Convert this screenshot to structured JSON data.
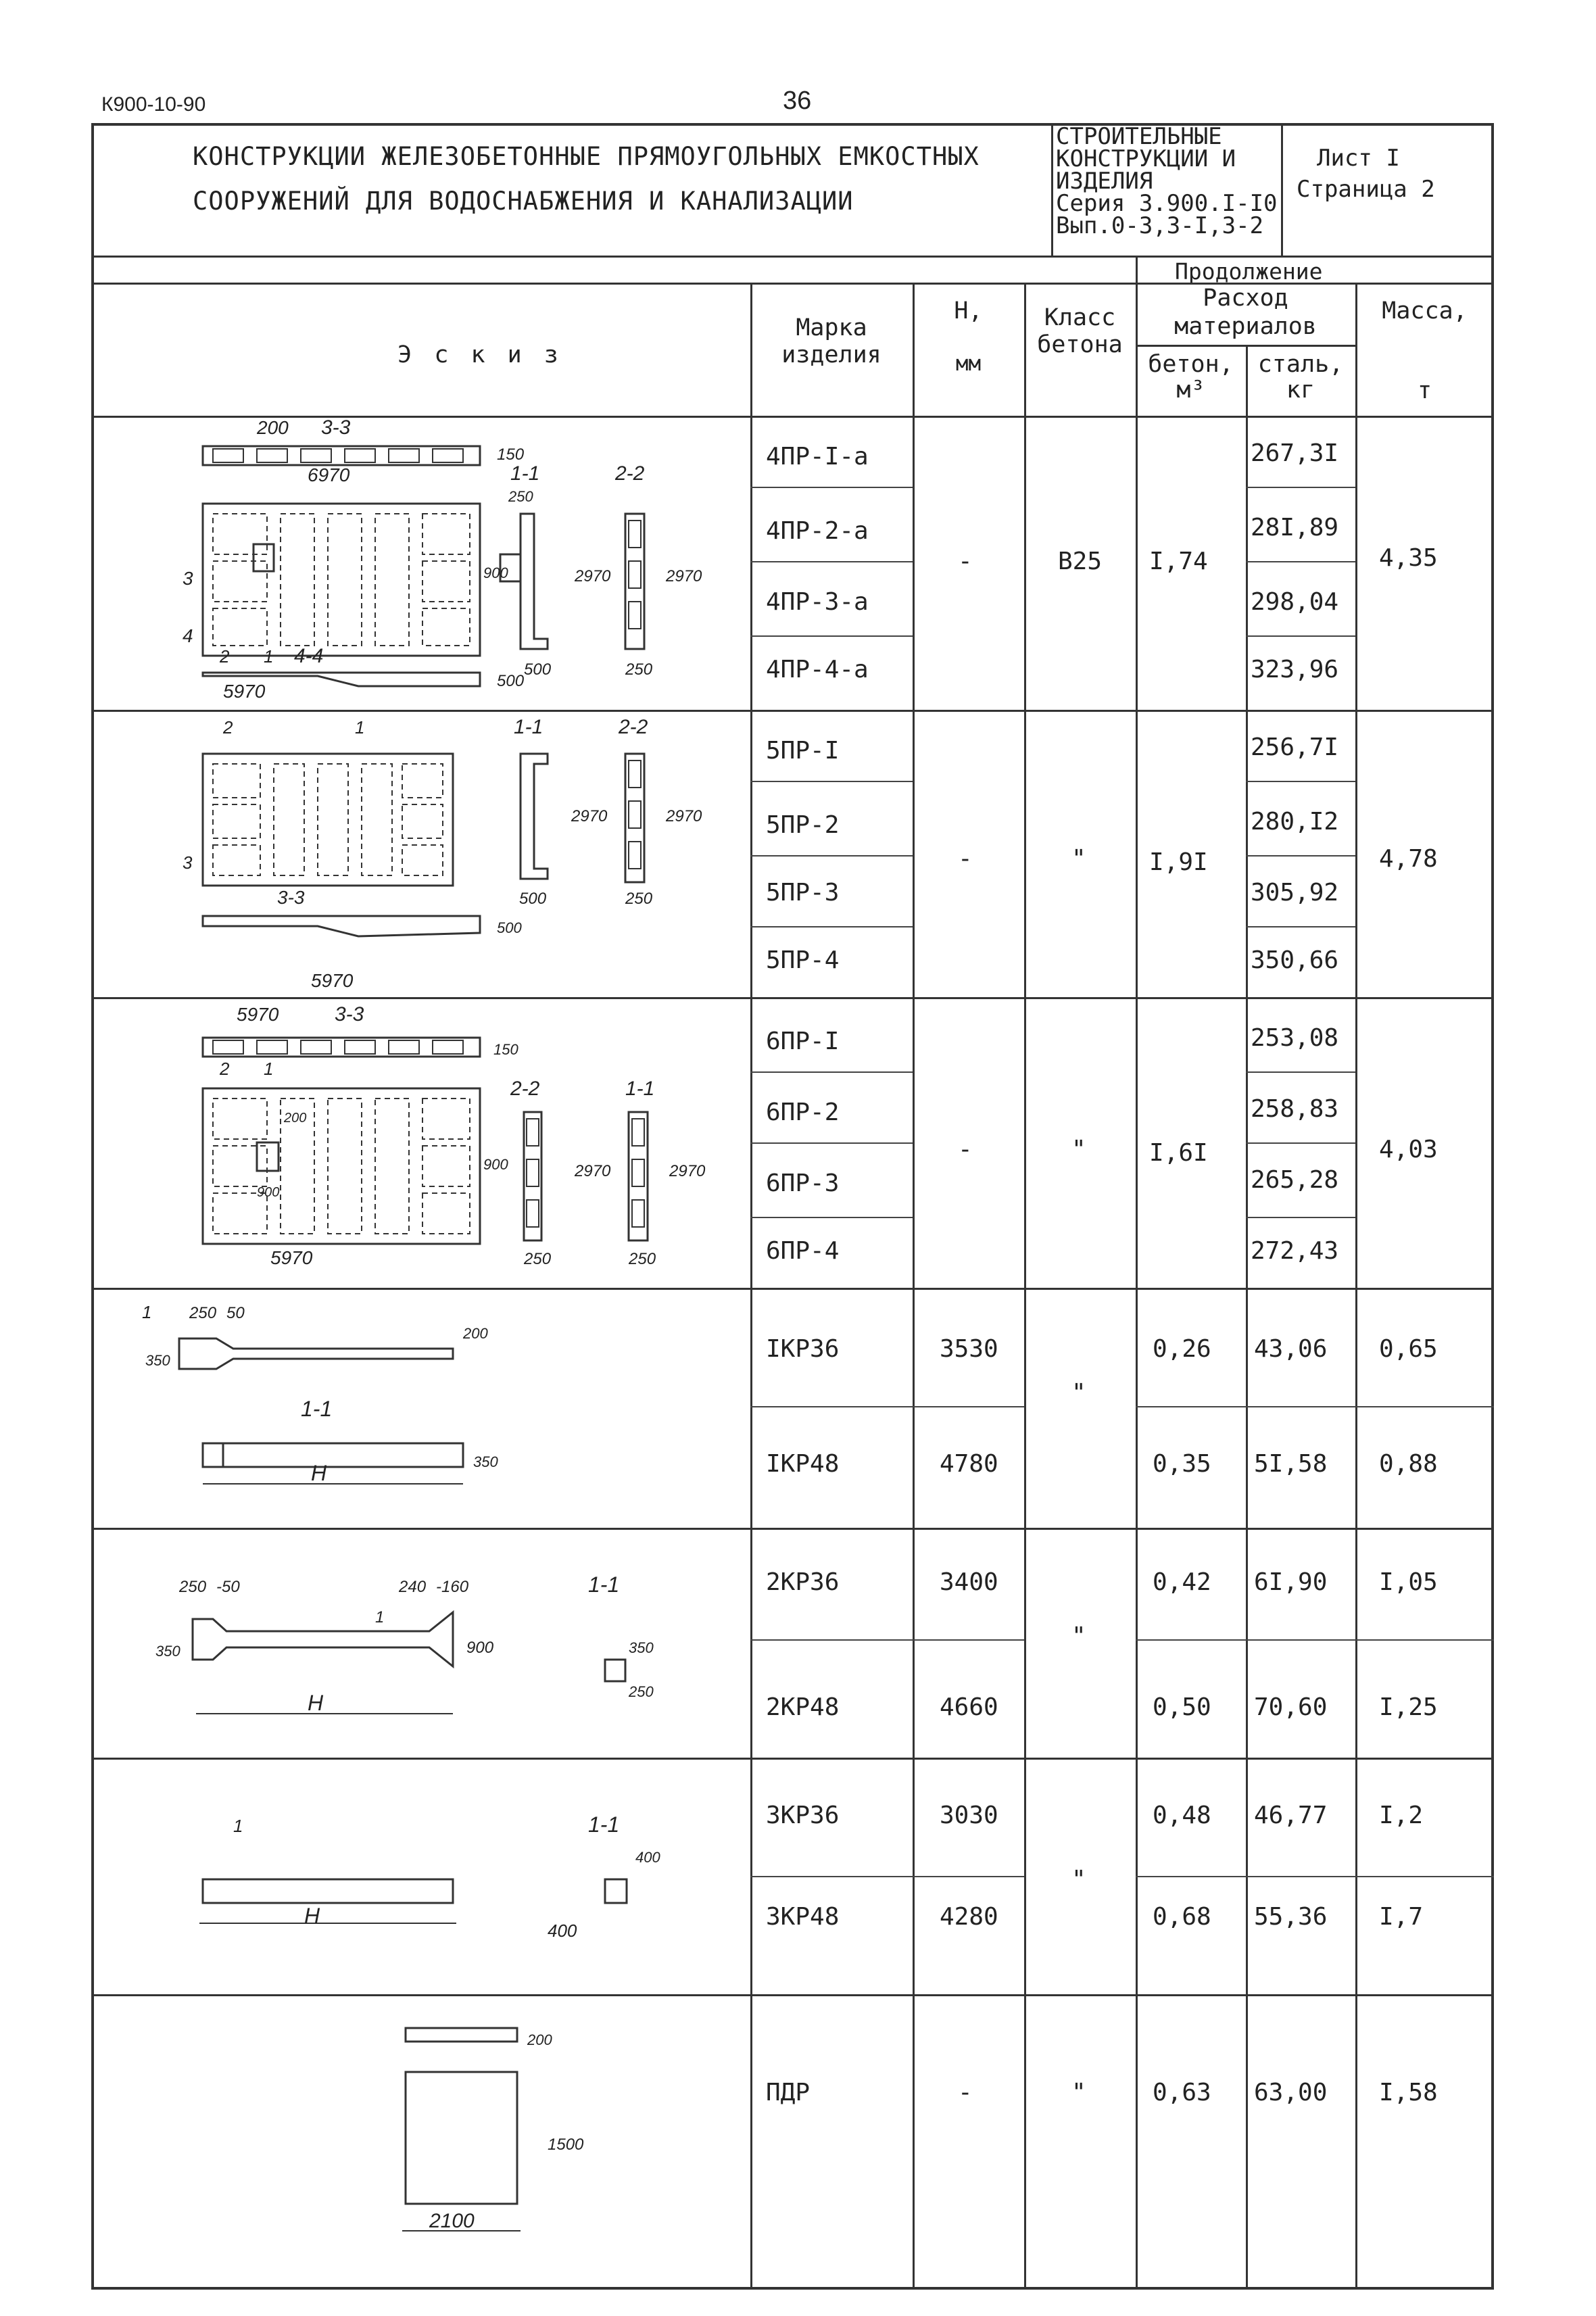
{
  "doc_code": "К900-10-90",
  "page_number": "36",
  "header": {
    "title_line1": "КОНСТРУКЦИИ ЖЕЛЕЗОБЕТОННЫЕ ПРЯМОУГОЛЬНЫХ ЕМКОСТНЫХ",
    "title_line2": "СООРУЖЕНИЙ ДЛЯ ВОДОСНАБЖЕНИЯ И КАНАЛИЗАЦИИ",
    "series_lines": [
      "СТРОИТЕЛЬНЫЕ",
      "КОНСТРУКЦИИ И",
      "ИЗДЕЛИЯ",
      "Серия 3.900.I-I0",
      "Вып.0-3,3-I,3-2"
    ],
    "sheet": "Лист  I",
    "page": "Страница 2"
  },
  "continuation": "Продолжение",
  "columns": {
    "sketch": "Э с к и з",
    "mark_1": "Марка",
    "mark_2": "изделия",
    "h_1": "Н,",
    "h_2": "мм",
    "class_1": "Класс",
    "class_2": "бетона",
    "materials_1": "Расход",
    "materials_2": "материалов",
    "concrete_1": "бетон,",
    "concrete_2": "м³",
    "steel_1": "сталь,",
    "steel_2": "кг",
    "mass_1": "Масса,",
    "mass_2": "т"
  },
  "groups": [
    {
      "h": "-",
      "cls": "B25",
      "concrete": "I,74",
      "mass": "4,35",
      "rows": [
        {
          "mark": "4ПР-I-а",
          "steel": "267,3I"
        },
        {
          "mark": "4ПР-2-а",
          "steel": "28I,89"
        },
        {
          "mark": "4ПР-3-а",
          "steel": "298,04"
        },
        {
          "mark": "4ПР-4-а",
          "steel": "323,96"
        }
      ]
    },
    {
      "h": "-",
      "cls": "\"",
      "concrete": "I,9I",
      "mass": "4,78",
      "rows": [
        {
          "mark": "5ПР-I",
          "steel": "256,7I"
        },
        {
          "mark": "5ПР-2",
          "steel": "280,I2"
        },
        {
          "mark": "5ПР-3",
          "steel": "305,92"
        },
        {
          "mark": "5ПР-4",
          "steel": "350,66"
        }
      ]
    },
    {
      "h": "-",
      "cls": "\"",
      "concrete": "I,6I",
      "mass": "4,03",
      "rows": [
        {
          "mark": "6ПР-I",
          "steel": "253,08"
        },
        {
          "mark": "6ПР-2",
          "steel": "258,83"
        },
        {
          "mark": "6ПР-3",
          "steel": "265,28"
        },
        {
          "mark": "6ПР-4",
          "steel": "272,43"
        }
      ]
    },
    {
      "cls": "\"",
      "rows": [
        {
          "mark": "IКР36",
          "h": "3530",
          "concrete": "0,26",
          "steel": "43,06",
          "mass": "0,65"
        },
        {
          "mark": "IКР48",
          "h": "4780",
          "concrete": "0,35",
          "steel": "5I,58",
          "mass": "0,88"
        }
      ]
    },
    {
      "cls": "\"",
      "rows": [
        {
          "mark": "2КР36",
          "h": "3400",
          "concrete": "0,42",
          "steel": "6I,90",
          "mass": "I,05"
        },
        {
          "mark": "2КР48",
          "h": "4660",
          "concrete": "0,50",
          "steel": "70,60",
          "mass": "I,25"
        }
      ]
    },
    {
      "cls": "\"",
      "rows": [
        {
          "mark": "3КР36",
          "h": "3030",
          "concrete": "0,48",
          "steel": "46,77",
          "mass": "I,2"
        },
        {
          "mark": "3КР48",
          "h": "4280",
          "concrete": "0,68",
          "steel": "55,36",
          "mass": "I,7"
        }
      ]
    },
    {
      "cls": "\"",
      "rows": [
        {
          "mark": "ПДР",
          "h": "-",
          "concrete": "0,63",
          "steel": "63,00",
          "mass": "I,58"
        }
      ]
    }
  ],
  "sketches": {
    "s1": {
      "w": "6970",
      "sec33": "3-3",
      "s200": "200",
      "s150": "150",
      "sec11": "1-1",
      "sec22": "2-2",
      "s250": "250",
      "s900": "900",
      "s2970a": "2970",
      "s2970b": "2970",
      "s500": "500",
      "s250b": "250",
      "sec44": "4-4",
      "w2": "5970",
      "s500b": "500",
      "n3": "3",
      "n4": "4",
      "n1": "1",
      "n2": "2"
    },
    "s2": {
      "sec11": "1-1",
      "sec22": "2-2",
      "s2970a": "2970",
      "s2970b": "2970",
      "s500": "500",
      "s250": "250",
      "sec33": "3-3",
      "s500b": "500",
      "w": "5970",
      "n1": "1",
      "n2": "2",
      "n3": "3"
    },
    "s3": {
      "w": "5970",
      "sec33": "3-3",
      "s150": "150",
      "sec22": "2-2",
      "sec11": "1-1",
      "s900": "900",
      "s2970a": "2970",
      "s2970b": "2970",
      "s200": "200",
      "s900b": "900",
      "s250a": "250",
      "s250b": "250",
      "w2": "5970",
      "n1": "1",
      "n2": "2"
    },
    "s4": {
      "d250": "250",
      "d50": "50",
      "d200": "200",
      "d350": "350",
      "sec11": "1-1",
      "d350b": "350",
      "h": "H",
      "n1": "1"
    },
    "s5": {
      "d250": "250",
      "d50": "-50",
      "d240": "240",
      "d160": "-160",
      "sec11": "1-1",
      "d350": "350",
      "d900": "900",
      "d250b": "250",
      "d350b": "350",
      "h": "H",
      "n1": "1"
    },
    "s6": {
      "n1": "1",
      "sec11": "1-1",
      "h": "H",
      "d400": "400",
      "d400b": "400"
    },
    "s7": {
      "d200": "200",
      "d1500": "1500",
      "d2100": "2100"
    }
  }
}
